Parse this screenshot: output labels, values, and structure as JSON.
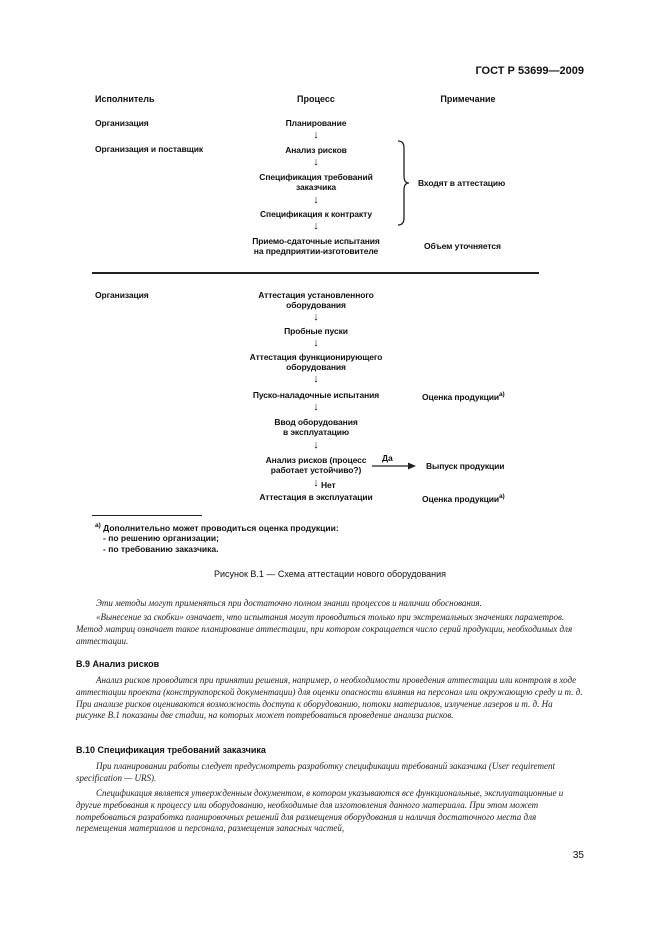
{
  "header": {
    "doc_number": "ГОСТ Р 53699—2009"
  },
  "diagram": {
    "columns": {
      "executor": "Исполнитель",
      "process": "Процесс",
      "note": "Примечание"
    },
    "executors": {
      "org1": "Организация",
      "org_supplier": "Организация и поставщик",
      "org2": "Организация"
    },
    "steps": {
      "planning": "Планирование",
      "risk_analysis": "Анализ рисков",
      "customer_spec_1": "Спецификация требований",
      "customer_spec_2": "заказчика",
      "contract_spec": "Спецификация к контракту",
      "acceptance_1": "Приемо-сдаточные испытания",
      "acceptance_2": "на предприятии-изготовителе",
      "installed_1": "Аттестация установленного",
      "installed_2": "оборудования",
      "trial_runs": "Пробные пуски",
      "functioning_1": "Аттестация функционирующего",
      "functioning_2": "оборудования",
      "commissioning": "Пуско-наладочные испытания",
      "put_in_1": "Ввод оборудования",
      "put_in_2": "в эксплуатацию",
      "risk2_1": "Анализ рисков (процесс",
      "risk2_2": "работает устойчиво?)",
      "operation": "Аттестация в эксплуатации"
    },
    "notes": {
      "included": "Входят в аттестацию",
      "scope": "Объем уточняется",
      "eval_1": "Оценка продукции",
      "eval_2": "Оценка продукции",
      "release": "Выпуск продукции",
      "footnote_mark": "а)"
    },
    "branch": {
      "yes": "Да",
      "no": "Нет"
    },
    "arrow_glyph": "↓",
    "footnote": {
      "mark": "а)",
      "text": "Дополнительно может проводиться оценка продукции:",
      "item1": "- по решению организации;",
      "item2": "- по требованию заказчика."
    },
    "caption": "Рисунок В.1 — Схема аттестации нового оборудования"
  },
  "text": {
    "p1": "Эти методы могут применяться при достаточно полном знании процессов и наличии обоснования.",
    "p2": "«Вынесение за скобки» означает, что испытания могут проводиться только при экстремальных значениях параметров. Метод матриц означает такое планирование аттестации, при котором сокращается число серий продукции, необходимых для аттестации.",
    "s9": "В.9  Анализ рисков",
    "p3": "Анализ рисков проводится при принятии решения, например, о необходимости проведения аттестации или контроля в ходе аттестации проекта (конструкторской документации) для оценки опасности влияния на персонал или окружающую среду и т. д. При анализе рисков оцениваются возможность доступа к оборудованию, потоки материалов, излучение лазеров и т. д. На рисунке В.1 показаны две стадии, на которых может потребоваться проведение анализа рисков.",
    "s10": "В.10  Спецификация требований заказчика",
    "p4": "При планировании работы следует предусмотреть разработку спецификации требований заказчика (User requirement specification — URS).",
    "p5": "Спецификация является утвержденным документом, в котором указываются все функциональные, эксплуатационные и другие требования к процессу или оборудованию, необходимые для изготовления данного материала. При этом может потребоваться разработка планировочных решений для размещения оборудования и наличия достаточного места для перемещения материалов и персонала, размещения запасных частей,"
  },
  "footer": {
    "page_number": "35"
  }
}
